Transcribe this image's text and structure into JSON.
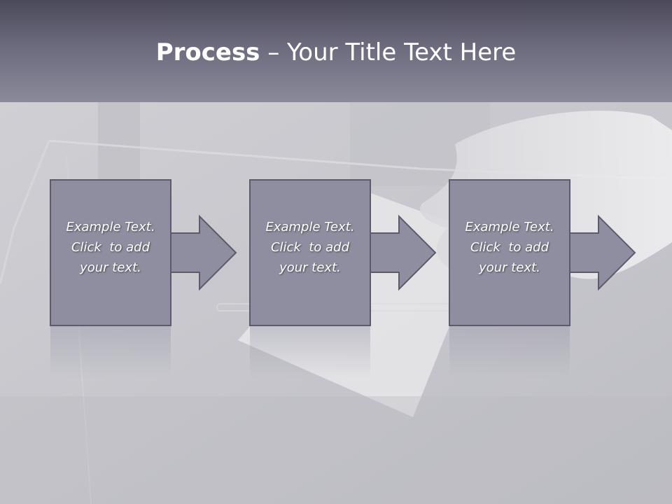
{
  "slide": {
    "title_bold": "Process",
    "title_rest": " – Your Title Text Here"
  },
  "colors": {
    "header_dark": "#4b4a5a",
    "header_light": "#8b8a9b",
    "box_fill": "#8f8ea0",
    "box_border": "#5c5b6c",
    "text": "#ffffff"
  },
  "steps": [
    {
      "line1": "Example Text.",
      "line2": "Click  to add",
      "line3": "your text."
    },
    {
      "line1": "Example Text.",
      "line2": "Click  to add",
      "line3": "your text."
    },
    {
      "line1": "Example Text.",
      "line2": "Click  to add",
      "line3": "your text."
    }
  ]
}
